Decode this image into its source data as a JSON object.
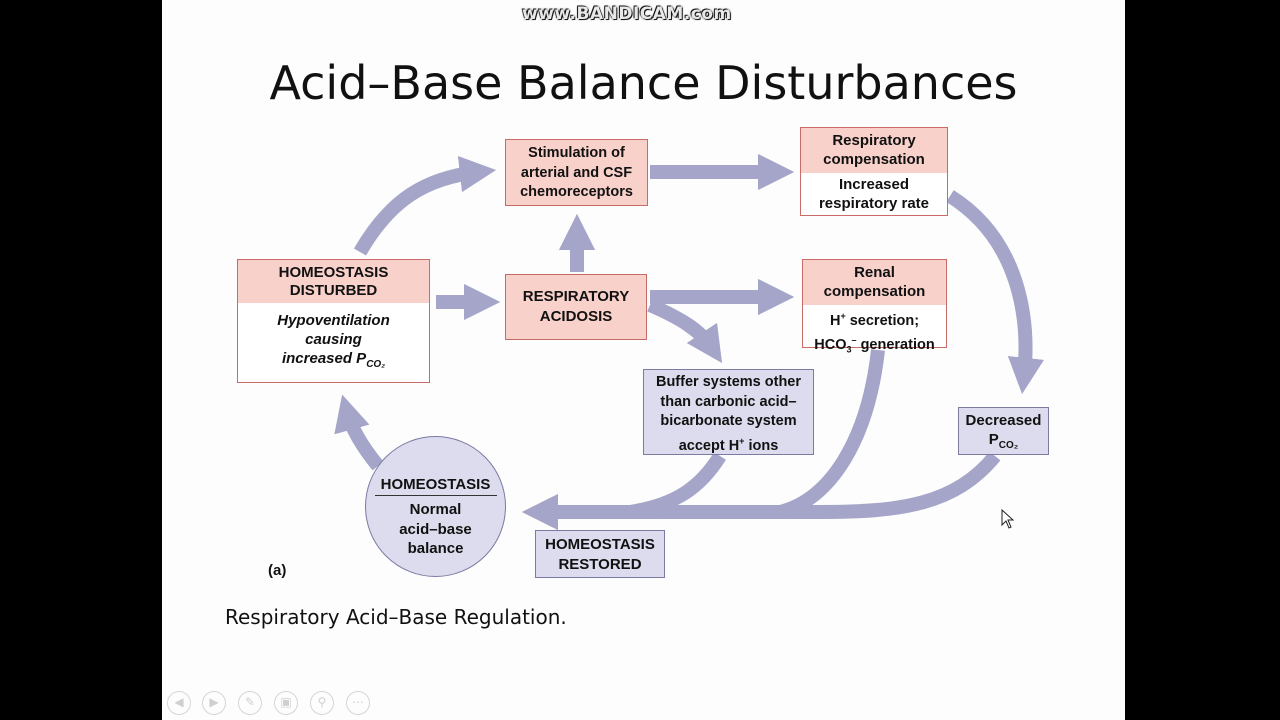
{
  "watermark": "www.BANDICAM.com",
  "slide": {
    "title": "Acid–Base Balance Disturbances",
    "caption": "Respiratory Acid–Base Regulation.",
    "panel_label": "(a)"
  },
  "diagram": {
    "disturbed": {
      "header_1": "HOMEOSTASIS",
      "header_2": "DISTURBED",
      "body_1": "Hypoventilation",
      "body_2": "causing",
      "body_3": "increased P",
      "body_sub": "CO₂"
    },
    "acidosis": {
      "line_1": "RESPIRATORY",
      "line_2": "ACIDOSIS"
    },
    "stimulation": {
      "line_1": "Stimulation of",
      "line_2": "arterial and CSF",
      "line_3": "chemoreceptors"
    },
    "resp_comp": {
      "header_1": "Respiratory",
      "header_2": "compensation",
      "body_1": "Increased",
      "body_2": "respiratory rate"
    },
    "renal_comp": {
      "header_1": "Renal",
      "header_2": "compensation",
      "body_1a": "H",
      "body_1sup": "+",
      "body_1b": " secretion;",
      "body_2a": "HCO",
      "body_2sub": "3",
      "body_2sup": "–",
      "body_2b": " generation"
    },
    "buffer": {
      "line_1": "Buffer systems other",
      "line_2": "than carbonic acid–",
      "line_3": "bicarbonate system",
      "line_4a": "accept H",
      "line_4sup": "+",
      "line_4b": " ions"
    },
    "decreased": {
      "line_1": "Decreased",
      "line_2a": "P",
      "line_2sub": "CO₂"
    },
    "homeostasis": {
      "title": "HOMEOSTASIS",
      "body_1": "Normal",
      "body_2": "acid–base",
      "body_3": "balance"
    },
    "restored": {
      "line_1": "HOMEOSTASIS",
      "line_2": "RESTORED"
    }
  },
  "controls": [
    "prev-icon",
    "next-icon",
    "pen-icon",
    "slides-icon",
    "zoom-icon",
    "more-icon"
  ],
  "colors": {
    "arrow": "#a5a5c9",
    "pink": "#f8d1cb",
    "lavender": "#dcdcee",
    "slide_bg": "#fdfdfd",
    "frame": "#000000"
  }
}
